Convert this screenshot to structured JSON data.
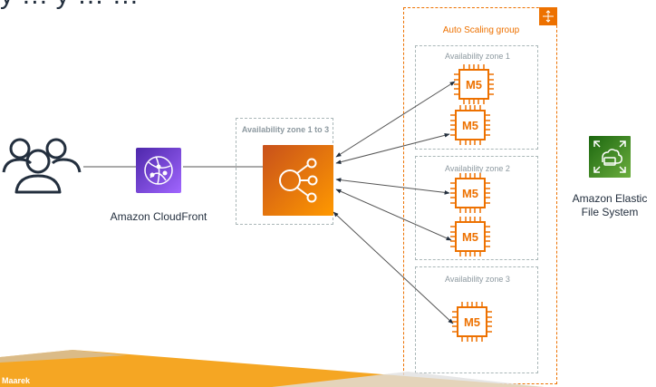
{
  "title_partial": "y … y … …",
  "auto_scaling_group": {
    "label": "Auto Scaling group"
  },
  "alb_zone": {
    "label": "Availability zone 1 to 3"
  },
  "zones": [
    {
      "label": "Availability zone 1"
    },
    {
      "label": "Availability zone 2"
    },
    {
      "label": "Availability zone 3"
    }
  ],
  "instances": [
    {
      "label": "M5"
    },
    {
      "label": "M5"
    },
    {
      "label": "M5"
    },
    {
      "label": "M5"
    },
    {
      "label": "M5"
    }
  ],
  "cloudfront": {
    "label": "Amazon CloudFront"
  },
  "efs": {
    "label_line1": "Amazon Elastic",
    "label_line2": "File System"
  },
  "footer": {
    "text": "Maarek"
  },
  "colors": {
    "orange": "#ed7100",
    "orange_dashed": "#ed7100",
    "gray_dashed": "#aab7b8",
    "cloudfront_purple": "#8c4fff",
    "efs_green": "#3f8624",
    "users": "#232f3e",
    "footer_band": "#f5a623"
  },
  "icons": [
    "users-icon",
    "cloudfront-icon",
    "load-balancer-icon",
    "ec2-instance-icon",
    "efs-icon",
    "auto-scaling-icon"
  ]
}
